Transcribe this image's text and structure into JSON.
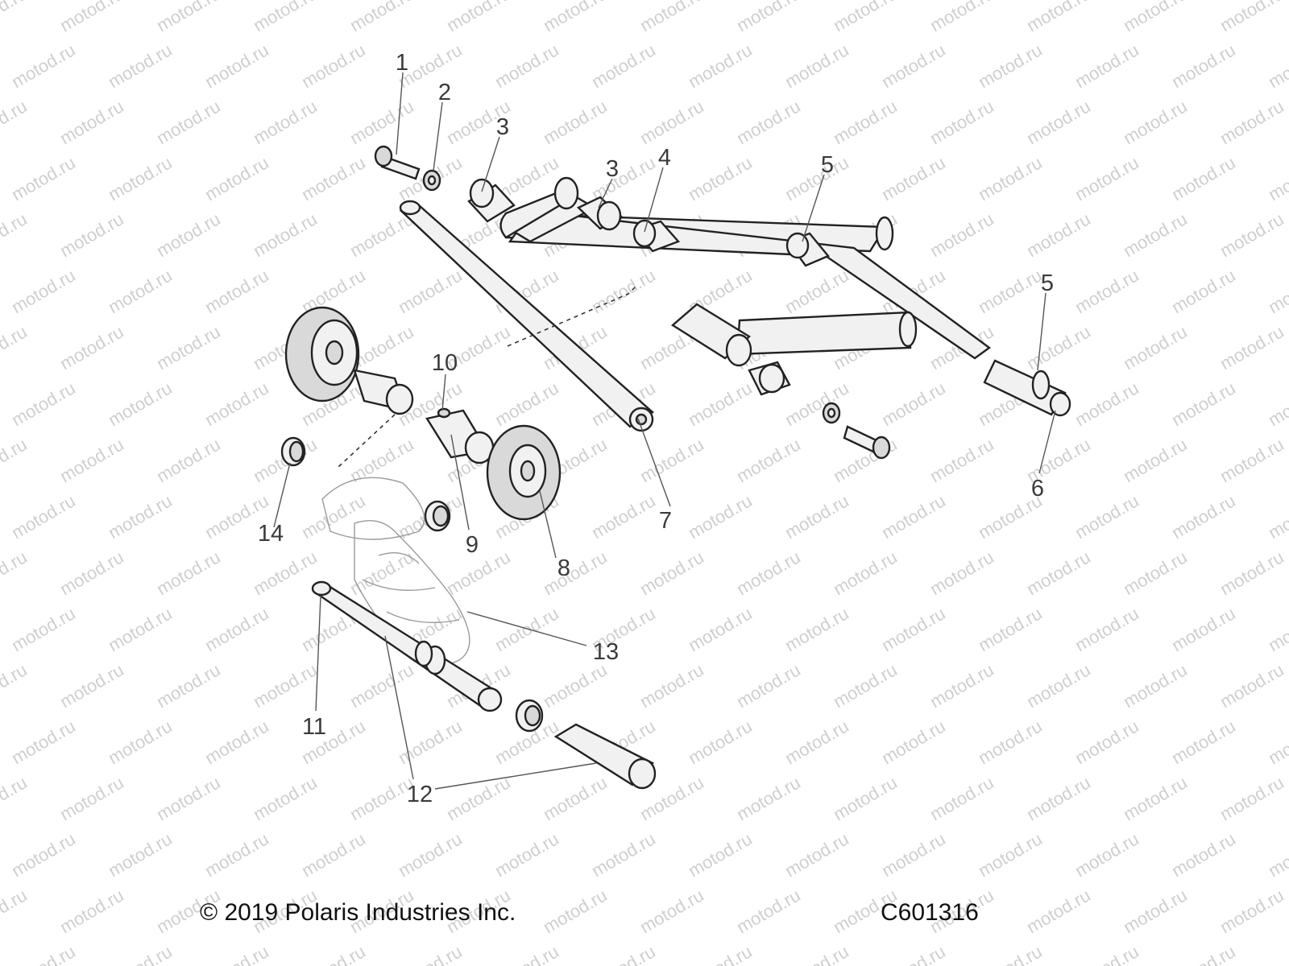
{
  "watermark": "motod.ru",
  "copyright": "© 2019 Polaris Industries Inc.",
  "figure_code": "C601316",
  "callouts": [
    "1",
    "2",
    "3",
    "3",
    "4",
    "5",
    "5",
    "6",
    "7",
    "8",
    "9",
    "10",
    "11",
    "12",
    "13",
    "14"
  ]
}
